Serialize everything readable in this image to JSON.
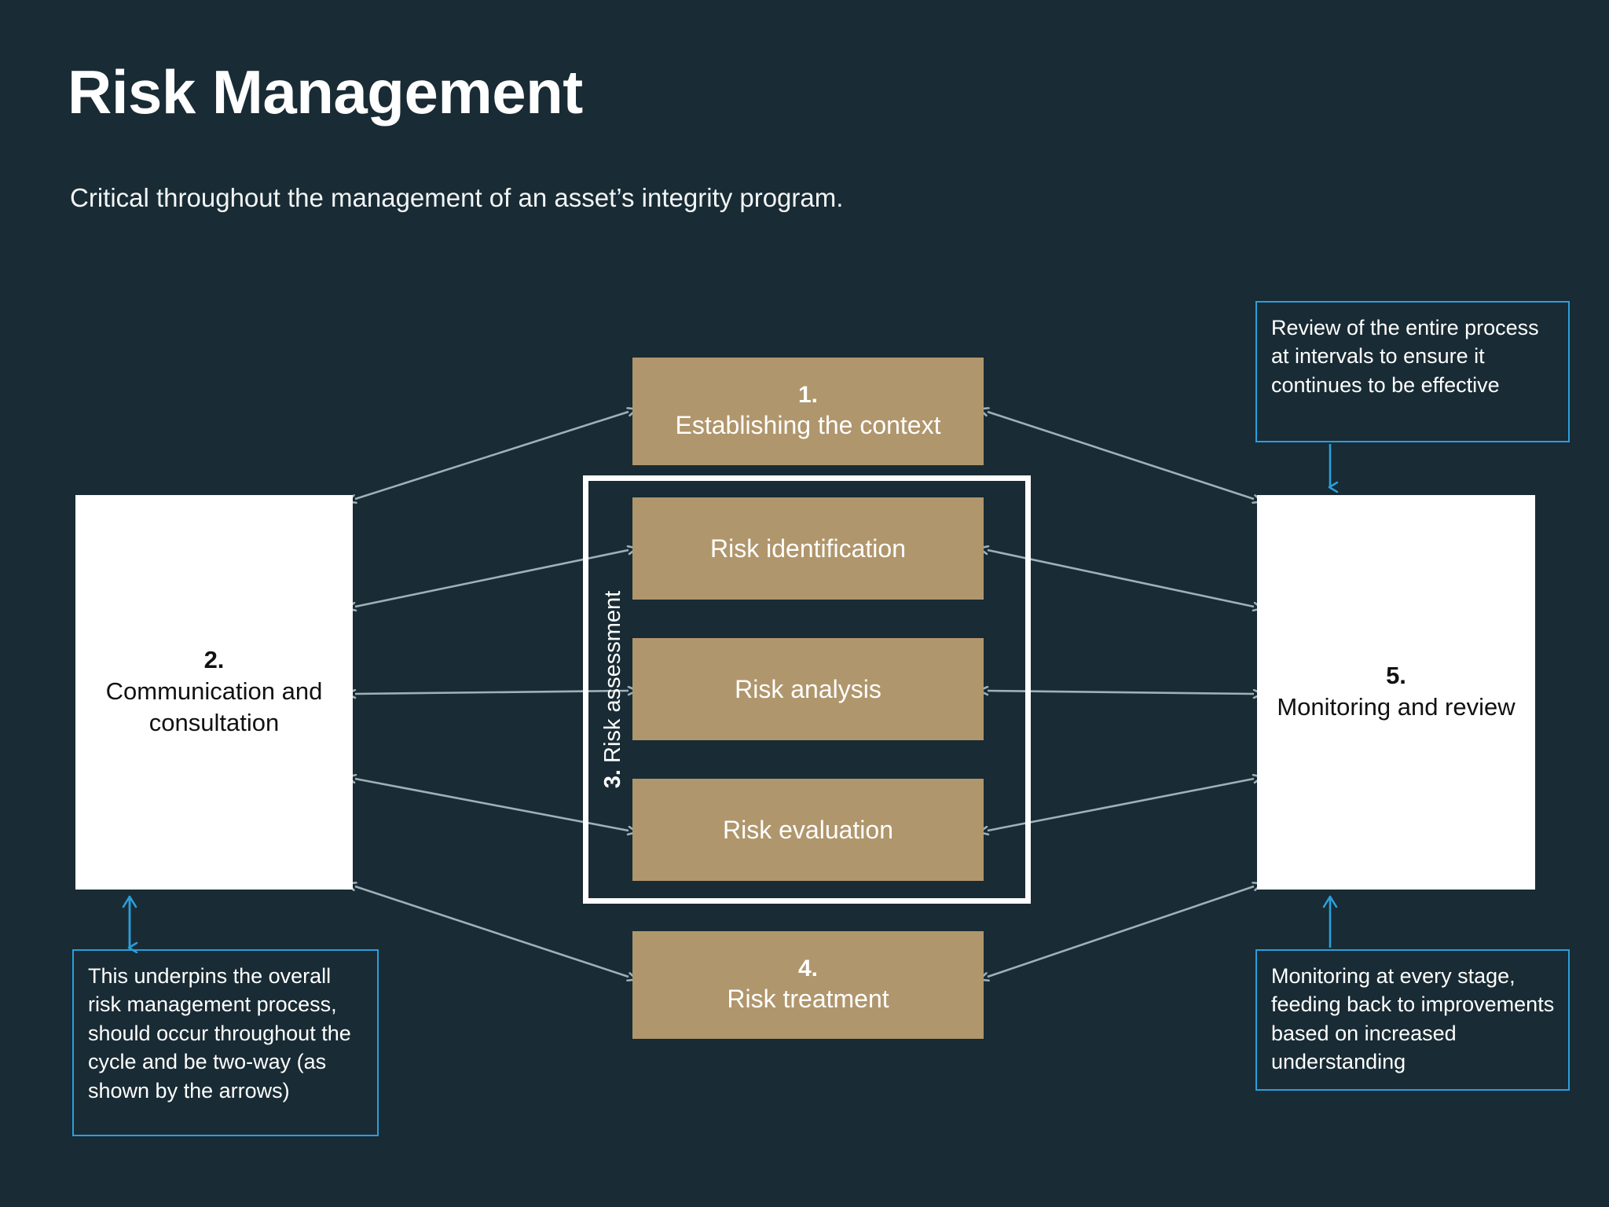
{
  "header": {
    "title": "Risk Management",
    "subtitle": "Critical throughout the management of an asset’s integrity program."
  },
  "colors": {
    "background": "#192b34",
    "tan_box": "#b0966c",
    "white_box": "#ffffff",
    "callout_border": "#2a9fdc",
    "arrow": "#9fb0b8",
    "frame": "#ffffff"
  },
  "diagram": {
    "type": "process-cycle",
    "steps": [
      {
        "id": "step1",
        "number": "1.",
        "label": "Establishing the context",
        "style": "tan",
        "position": "top-center"
      },
      {
        "id": "step2",
        "number": "2.",
        "label": "Communication and consultation",
        "style": "white",
        "position": "left"
      },
      {
        "id": "step3",
        "number": "3.",
        "label": "Risk assessment",
        "style": "frame",
        "position": "center",
        "orientation": "vertical"
      },
      {
        "id": "step4",
        "number": "4.",
        "label": "Risk treatment",
        "style": "tan",
        "position": "bottom-center"
      },
      {
        "id": "step5",
        "number": "5.",
        "label": "Monitoring and review",
        "style": "white",
        "position": "right"
      }
    ],
    "risk_assessment": {
      "group_label_number": "3.",
      "group_label_text": "Risk assessment",
      "sub_steps": [
        {
          "id": "sub1",
          "label": "Risk identification"
        },
        {
          "id": "sub2",
          "label": "Risk analysis"
        },
        {
          "id": "sub3",
          "label": "Risk evaluation"
        }
      ]
    },
    "callouts": [
      {
        "id": "callout-top-right",
        "text": "Review of the entire process at intervals to ensure it continues to be effective",
        "points_to": "step5"
      },
      {
        "id": "callout-bottom-left",
        "text": "This underpins the overall risk management process, should occur throughout the cycle and be two-way (as shown by the arrows)",
        "points_to": "step2"
      },
      {
        "id": "callout-bottom-right",
        "text": "Monitoring at every stage, feeding back to improvements based on increased understanding",
        "points_to": "step5"
      }
    ]
  }
}
